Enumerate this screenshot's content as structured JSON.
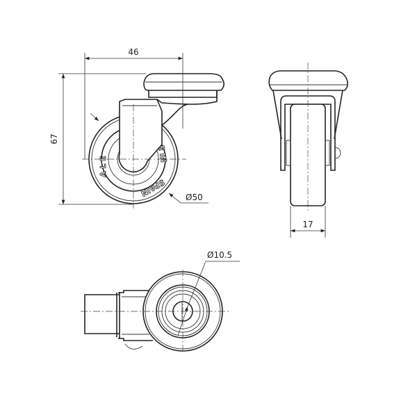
{
  "drawing": {
    "title": "Swivel caster technical drawing",
    "dimensions": {
      "overall_width": "46",
      "overall_height": "67",
      "wheel_diameter": "Ø50",
      "wheel_width": "17",
      "bolt_hole_diameter": "Ø10.5"
    },
    "wheel_marking": {
      "left": "A L E",
      "right_top": "E IN",
      "right_bottom": "SPAIN"
    }
  }
}
